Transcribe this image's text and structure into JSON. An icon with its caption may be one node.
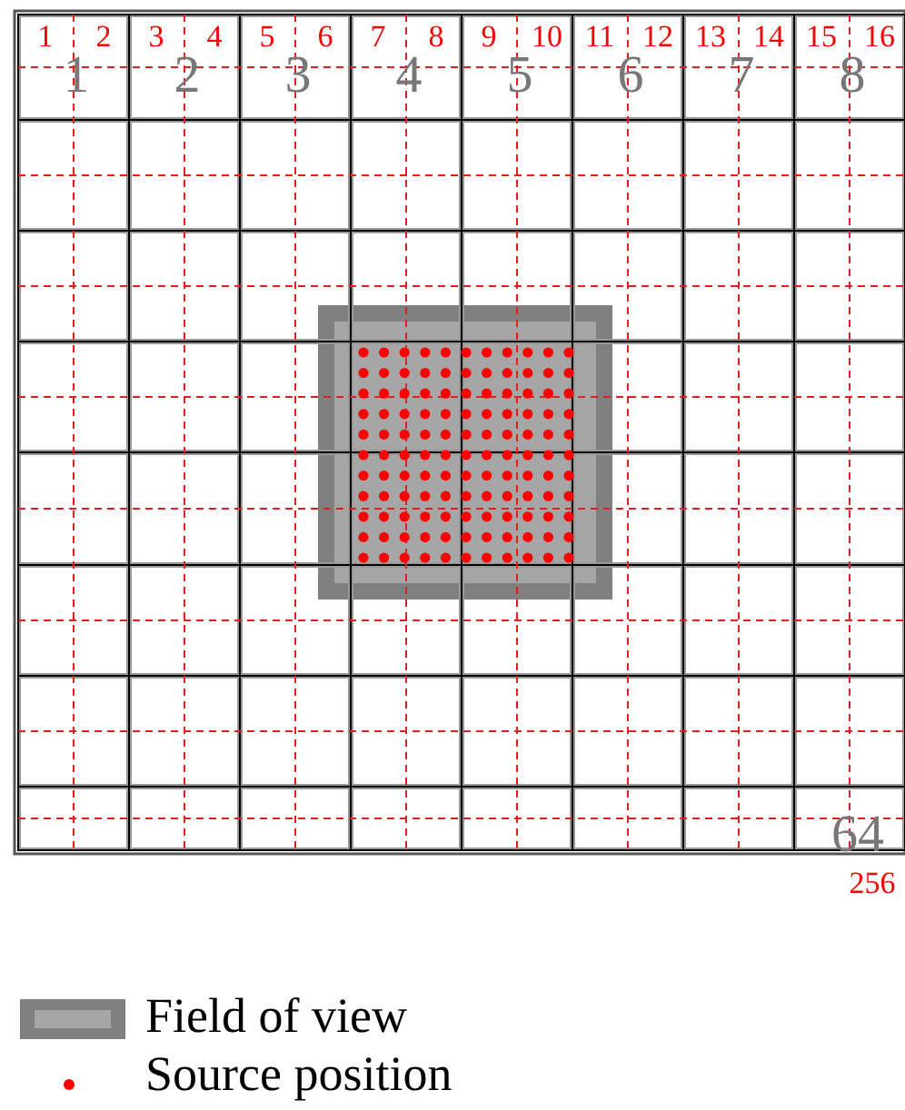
{
  "diagram": {
    "labels": [
      "1",
      "2",
      "3",
      "4",
      "5",
      "6",
      "7",
      "8",
      "9",
      "10",
      "11",
      "12",
      "13",
      "14",
      "15",
      "16",
      "1",
      "2",
      "3",
      "4",
      "5",
      "6",
      "7",
      "8",
      "64",
      "256"
    ],
    "legend": [
      {
        "text": "Field of view"
      },
      {
        "text": "Source position"
      }
    ]
  }
}
